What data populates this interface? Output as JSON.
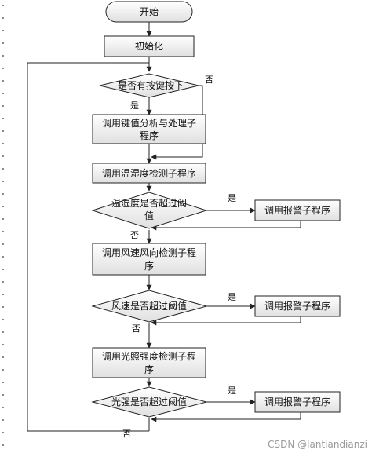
{
  "flowchart": {
    "start": "开始",
    "init": "初始化",
    "key_decision": "是否有按键按下",
    "key_process_line1": "调用键值分析与处理子",
    "key_process_line2": "程序",
    "temp_humid_detect": "调用温湿度检测子程序",
    "temp_humid_decision_line1": "温湿度是否超过阈",
    "temp_humid_decision_line2": "值",
    "wind_detect_line1": "调用风速风向检测子程",
    "wind_detect_line2": "序",
    "wind_decision": "风速是否超过阈值",
    "light_detect_line1": "调用光照强度检测子程",
    "light_detect_line2": "序",
    "light_decision": "光强是否超过阈值",
    "alarm_1": "调用报警子程序",
    "alarm_2": "调用报警子程序",
    "alarm_3": "调用报警子程序"
  },
  "labels": {
    "yes": "是",
    "no": "否"
  },
  "watermark": "CSDN @lantiandianzi",
  "colors": {
    "box_fill_top": "#ffffff",
    "box_fill_bottom": "#e2e2e2",
    "stroke": "#222222"
  }
}
